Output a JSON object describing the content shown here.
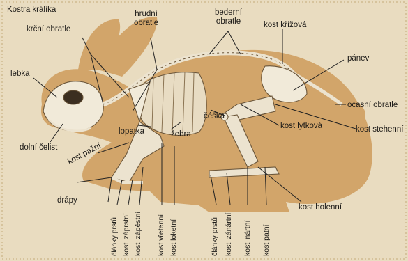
{
  "title": "Kostra králíka",
  "labels": {
    "krcni_obratle": "krční obratle",
    "hrudni_obratle": "hrudní\nobratle",
    "bederni_obratle": "bederní\nobratle",
    "kost_krizova": "kost křížová",
    "panev": "pánev",
    "lebka": "lebka",
    "dolni_celist": "dolní čelist",
    "lopatka": "lopatka",
    "ceska": "čéška",
    "kost_lytkova": "kost lýtková",
    "zebra": "žebra",
    "ocasni_obratle": "ocasní obratle",
    "kost_stehenni": "kost stehenní",
    "kost_pazni": "kost pažní",
    "drapy": "drápy",
    "kost_holenni": "kost holenní",
    "clanky_prstu_1": "články prstů",
    "kosti_zaprstni": "kosti záprstní",
    "kosti_zapestni": "kosti zápěstní",
    "kost_vretenni": "kost vřetenní",
    "kost_loketni": "kost loketní",
    "clanky_prstu_2": "články prstů",
    "kosti_zandartni": "kosti zánártní",
    "kosti_nartni": "kosti nártní",
    "kost_patni": "kost patní"
  },
  "colors": {
    "background": "#e9dcc0",
    "silhouette": "#d2a56a",
    "bone": "#f1ead9",
    "leader": "#222222"
  }
}
